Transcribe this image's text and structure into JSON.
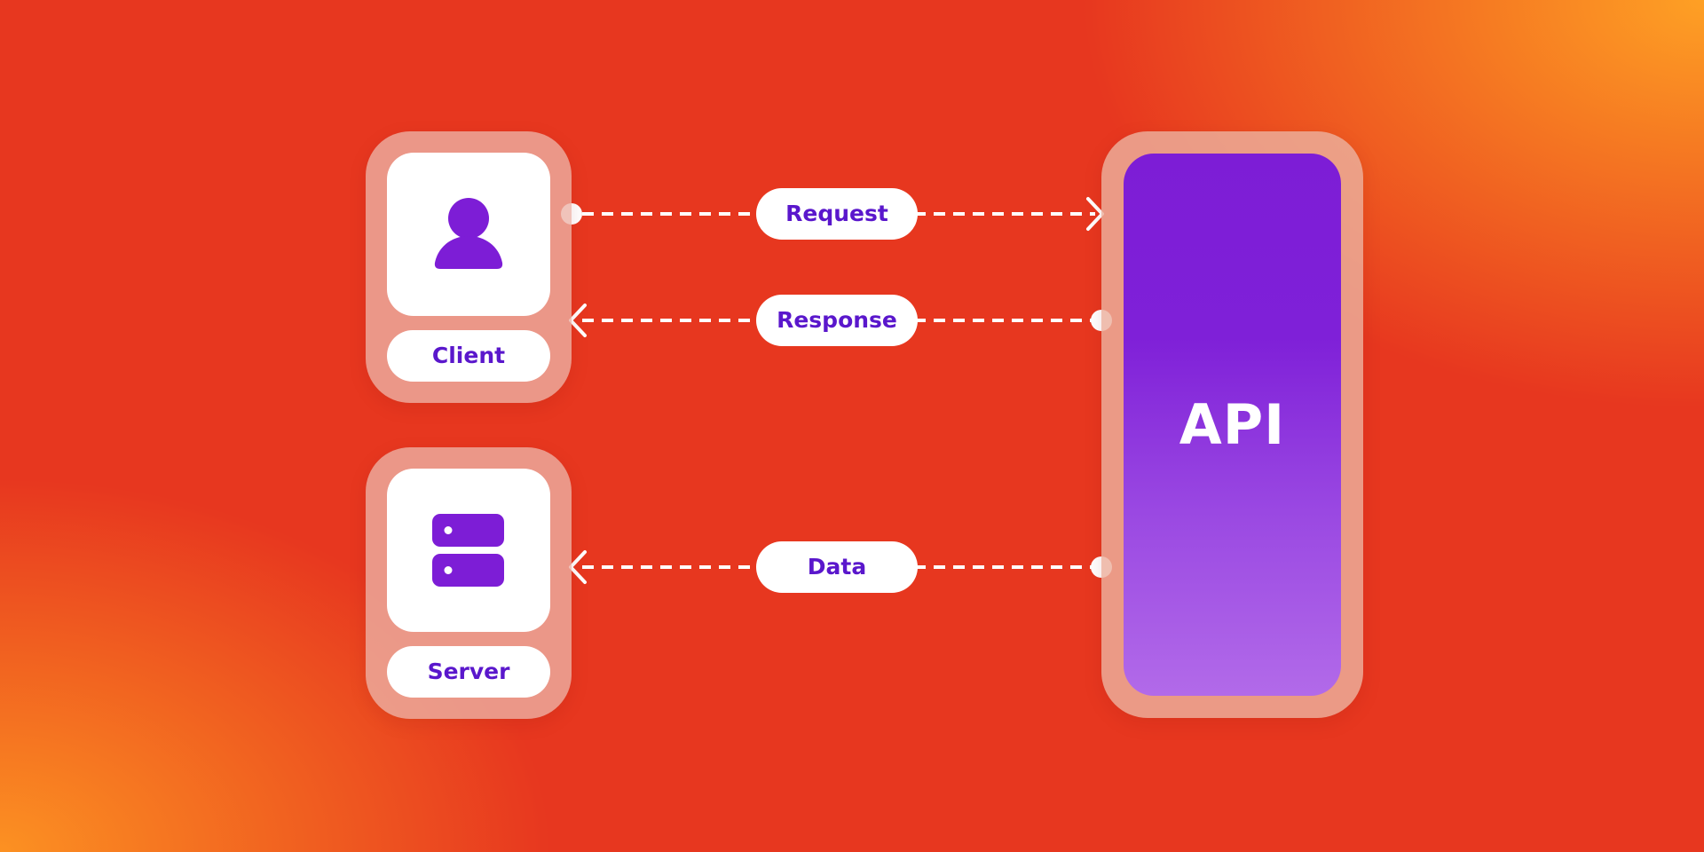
{
  "colors": {
    "accent_purple": "#7d1dd6",
    "label_text": "#5a17cc",
    "background_red": "#e7371f",
    "background_orange": "#fd9622",
    "white": "#ffffff"
  },
  "nodes": {
    "client": {
      "label": "Client",
      "icon": "user-icon"
    },
    "server": {
      "label": "Server",
      "icon": "server-icon"
    },
    "api": {
      "label": "API"
    }
  },
  "flows": [
    {
      "label": "Request",
      "from": "Client",
      "to": "API"
    },
    {
      "label": "Response",
      "from": "API",
      "to": "Client"
    },
    {
      "label": "Data",
      "from": "API",
      "to": "Server"
    }
  ]
}
